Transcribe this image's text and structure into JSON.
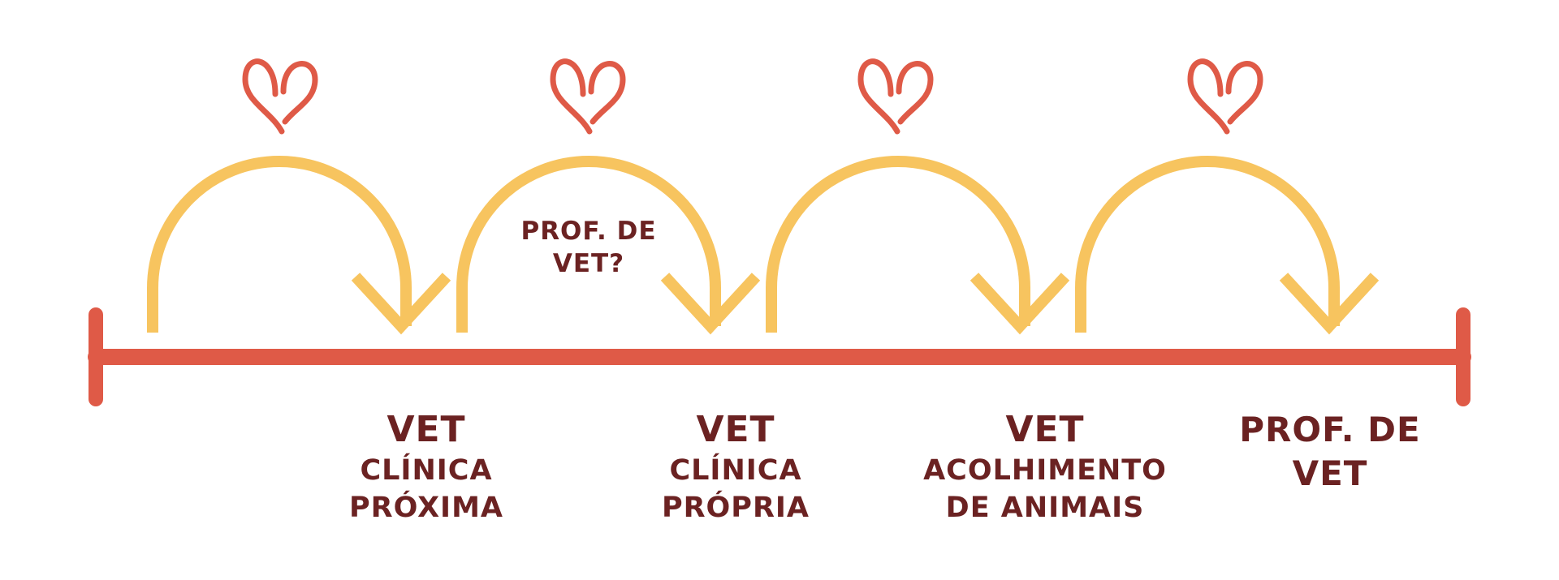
{
  "colors": {
    "arc": "#f7c45f",
    "timeline": "#df5a47",
    "heart": "#df5a47",
    "text": "#6b2222"
  },
  "arc_note": {
    "line1": "PROF. DE",
    "line2": "VET?"
  },
  "stages": [
    {
      "title": "VET",
      "line1": "CLÍNICA",
      "line2": "PRÓXIMA"
    },
    {
      "title": "VET",
      "line1": "CLÍNICA",
      "line2": "PRÓPRIA"
    },
    {
      "title": "VET",
      "line1": "ACOLHIMENTO",
      "line2": "DE ANIMAIS"
    },
    {
      "line1": "PROF. DE",
      "line2": "VET"
    }
  ],
  "icons": [
    "heart-icon",
    "arrow-down-icon"
  ]
}
